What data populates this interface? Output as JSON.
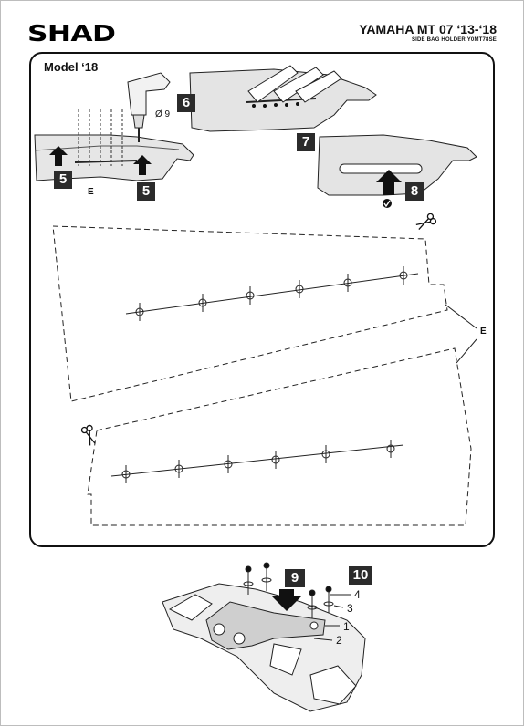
{
  "header": {
    "brand": "SHAD",
    "title": "YAMAHA MT 07 ‘13-‘18",
    "subtitle": "SIDE BAG HOLDER Y0MT78SE"
  },
  "panel": {
    "model_label": "Model ‘18",
    "drill_size": "Ø 9",
    "edge_label_left": "E",
    "edge_label_template": "E"
  },
  "steps": {
    "s5a": "5",
    "s5b": "5",
    "s6": "6",
    "s7": "7",
    "s8": "8",
    "s9": "9",
    "s10": "10"
  },
  "parts": {
    "p1": "1",
    "p2": "2",
    "p3": "3",
    "p4": "4"
  },
  "icons": {
    "scissors_1": "scissors-icon",
    "scissors_2": "scissors-icon",
    "check": "check-icon"
  }
}
